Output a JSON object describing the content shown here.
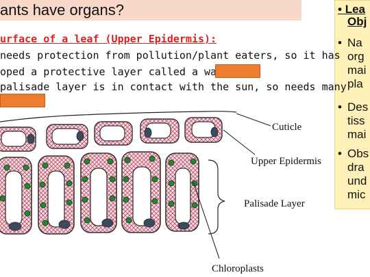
{
  "slide": {
    "title": "ants have organs?",
    "subheading": "urface of a leaf (Upper Epidermis):",
    "lines": [
      "needs protection from pollution/plant eaters, so it has",
      "oped a protective layer called a waxy",
      "palisade layer is in contact with the sun, so needs many"
    ]
  },
  "objectives": {
    "heading_lines": [
      "Lea",
      "Obj"
    ],
    "items": [
      {
        "bullet": "•",
        "lines": [
          "Na",
          "org",
          "mai",
          "pla"
        ]
      },
      {
        "bullet": "•",
        "lines": [
          "Des",
          "tiss",
          "mai"
        ]
      },
      {
        "bullet": "•",
        "lines": [
          "Obs",
          "dra",
          "und",
          "mic"
        ]
      }
    ]
  },
  "diagram": {
    "labels": {
      "cuticle": "Cuticle",
      "upper_epidermis": "Upper Epidermis",
      "palisade_layer": "Palisade Layer",
      "chloroplasts": "Chloroplasts"
    },
    "colors": {
      "blank_fill": "#ee7d30",
      "chloroplast": "#1f8a2a",
      "nucleus": "#3b4a5e",
      "cell_pattern": "#c0506a"
    }
  }
}
